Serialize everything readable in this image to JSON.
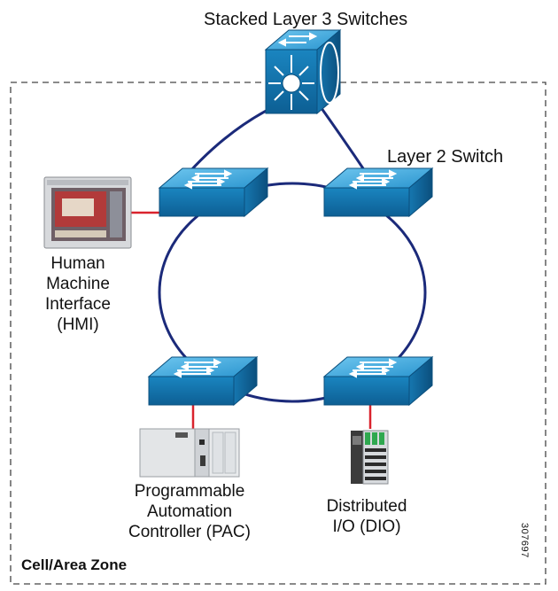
{
  "title": "Stacked Layer 3 Switches",
  "layer2_label": "Layer 2 Switch",
  "hmi_label": [
    "Human",
    "Machine",
    "Interface",
    "(HMI)"
  ],
  "pac_label": [
    "Programmable",
    "Automation",
    "Controller (PAC)"
  ],
  "dio_label": [
    "Distributed",
    "I/O (DIO)"
  ],
  "zone_label": "Cell/Area Zone",
  "figure_id": "307697",
  "colors": {
    "switch_blue": "#1f8fc8",
    "ring_line": "#1b2a7a",
    "device_link": "#d9232d",
    "zone_border": "#444444"
  }
}
